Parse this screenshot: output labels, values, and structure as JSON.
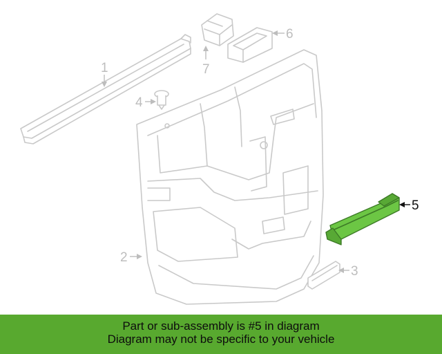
{
  "callouts": {
    "c1": "1",
    "c2": "2",
    "c3": "3",
    "c4": "4",
    "c5": "5",
    "c6": "6",
    "c7": "7"
  },
  "highlighted_part": "5",
  "colors": {
    "highlight": "#6cc644",
    "banner": "#58a92f",
    "linework": "#c9c9c9"
  },
  "banner": {
    "line1": "Part or sub-assembly is #5 in diagram",
    "line2": "Diagram may not be specific to your vehicle"
  }
}
